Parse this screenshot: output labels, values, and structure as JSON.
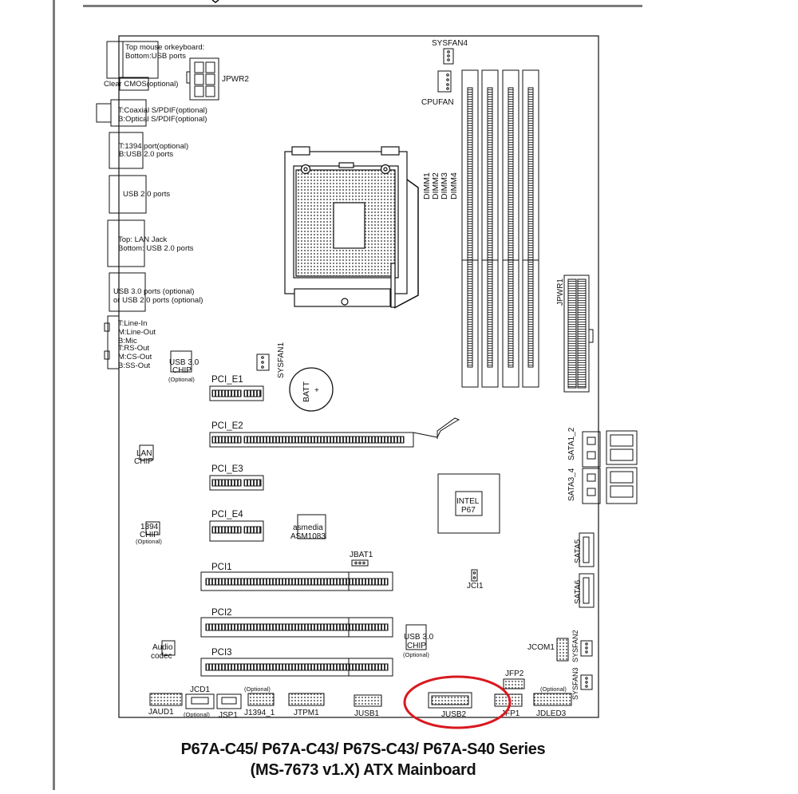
{
  "caption": {
    "line1": "P67A-C45/ P67A-C43/ P67S-C43/ P67A-S40 Series",
    "line2": "(MS-7673 v1.X) ATX Mainboard"
  },
  "labels": {
    "mouse_kb_1": "Top mouse  orkeyboard:",
    "mouse_kb_2": "Bottom:USB ports",
    "clear_cmos": "Clear CMOS(optional)",
    "jpwr2": "JPWR2",
    "spdif_1": "T:Coaxial S/PDIF(optional)",
    "spdif_2": "B:Optical S/PDIF(optional)",
    "p1394_1": "T:1394 port(optional)",
    "p1394_2": "B:USB 2.0 ports",
    "usb20": "USB 2.0 ports",
    "lan_1": "Top: LAN Jack",
    "lan_2": "Bottom: USB 2.0  ports",
    "usb30_1": "USB 3.0  ports (optional)",
    "usb30_2": "or USB 2.0 ports (optional)",
    "audio_1": "T:Line-In",
    "audio_2": "M:Line-Out",
    "audio_3": "B:Mic",
    "audio_4": "T:RS-Out",
    "audio_5": "M:CS-Out",
    "audio_6": "B:SS-Out",
    "usb3chip_1": "USB 3.0",
    "usb3chip_2": "CHIP",
    "optional": "(Optional)",
    "sysfan4": "SYSFAN4",
    "cpufan": "CPUFAN",
    "sysfan1": "SYSFAN1",
    "batt": "BATT",
    "batt_plus": "+",
    "dimm1": "DIMM1",
    "dimm2": "DIMM2",
    "dimm3": "DIMM3",
    "dimm4": "DIMM4",
    "jpwr1": "JPWR1",
    "pci_e1": "PCI_E1",
    "pci_e2": "PCI_E2",
    "pci_e3": "PCI_E3",
    "pci_e4": "PCI_E4",
    "pci1": "PCI1",
    "pci2": "PCI2",
    "pci3": "PCI3",
    "lan_chip_1": "LAN",
    "lan_chip_2": "CHIP",
    "chip1394_1": "1394",
    "chip1394_2": "CHIP",
    "asmedia_1": "asmedia",
    "asmedia_2": "ASM1083",
    "intel_1": "INTEL",
    "intel_2": "P67",
    "sata12": "SATA1_2",
    "sata34": "SATA3_4",
    "sata5": "SATA5",
    "sata6": "SATA6",
    "jbat1": "JBAT1",
    "jci1": "JCI1",
    "audio_codec_1": "Audio",
    "audio_codec_2": "codec",
    "jcom1": "JCOM1",
    "sysfan2": "SYSFAN2",
    "sysfan3": "SYSFAN3",
    "jfp2": "JFP2",
    "jfp1": "JFP1",
    "jdled3": "JDLED3",
    "jaud1": "JAUD1",
    "jcd1": "JCD1",
    "jsp1": "JSP1",
    "j1394_1": "J1394_1",
    "jtpm1": "JTPM1",
    "jusb1": "JUSB1",
    "jusb2": "JUSB2"
  },
  "colors": {
    "line": "#111111",
    "highlight": "#d9191f",
    "rule": "#7a7a7a"
  }
}
